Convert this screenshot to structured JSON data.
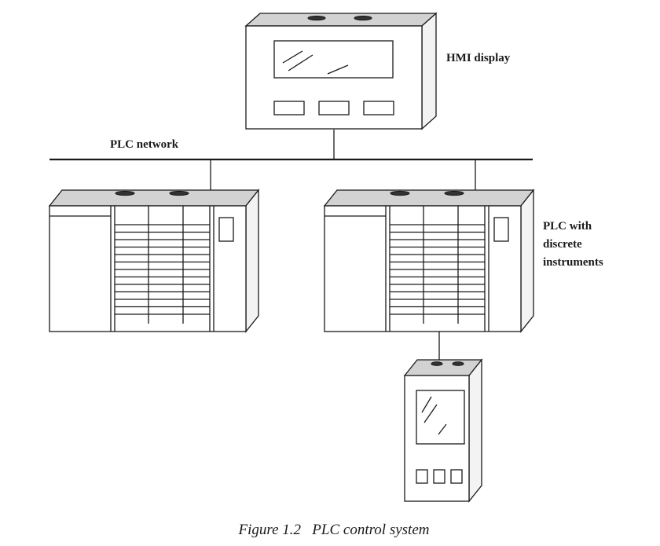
{
  "labels": {
    "hmi": "HMI display",
    "network": "PLC network",
    "plc_line1": "PLC with",
    "plc_line2": "discrete",
    "plc_line3": "instruments",
    "caption": "Figure 1.2   PLC control system"
  }
}
